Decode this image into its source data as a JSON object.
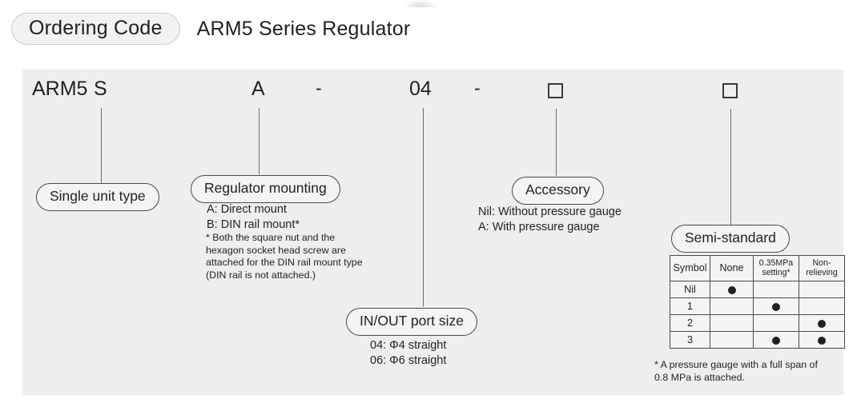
{
  "header": {
    "badge": "Ordering Code",
    "title": "ARM5 Series Regulator"
  },
  "code_line": {
    "series": "ARM5",
    "unit_type": "S",
    "mounting": "A",
    "dash1": "-",
    "port_size": "04",
    "dash2": "-",
    "accessory_box": "□",
    "semi_standard_box": "□"
  },
  "callouts": {
    "single_unit": {
      "label": "Single unit type"
    },
    "regulator_mounting": {
      "label": "Regulator mounting",
      "options": [
        "A: Direct mount",
        "B: DIN rail mount*"
      ],
      "note": [
        "* Both the square nut and the",
        "hexagon socket head screw are",
        "attached for the DIN rail mount type",
        "(DIN rail is not attached.)"
      ]
    },
    "port_size": {
      "label": "IN/OUT port size",
      "options": [
        "04: Φ4 straight",
        "06: Φ6 straight"
      ]
    },
    "accessory": {
      "label": "Accessory",
      "options": [
        "Nil: Without pressure gauge",
        "A: With pressure gauge"
      ]
    },
    "semi_standard": {
      "label": "Semi-standard",
      "note": [
        "* A pressure gauge with a full span of",
        "0.8 MPa is attached."
      ]
    }
  },
  "semi_standard_table": {
    "headers": [
      "Symbol",
      "None",
      "0.35MPa setting*",
      "Non-relieving"
    ],
    "header_lines": {
      "mpa": [
        "0.35MPa",
        "setting*"
      ],
      "relieving": [
        "Non-",
        "relieving"
      ]
    },
    "rows": [
      {
        "symbol": "Nil",
        "none": true,
        "mpa": false,
        "non_relieving": false
      },
      {
        "symbol": "1",
        "none": false,
        "mpa": true,
        "non_relieving": false
      },
      {
        "symbol": "2",
        "none": false,
        "mpa": false,
        "non_relieving": true
      },
      {
        "symbol": "3",
        "none": false,
        "mpa": true,
        "non_relieving": true
      }
    ]
  },
  "colors": {
    "panel_bg": "#eeeeee",
    "text": "#231f20",
    "line": "#6e6e6e",
    "pill_border": "#4a4a4a"
  }
}
